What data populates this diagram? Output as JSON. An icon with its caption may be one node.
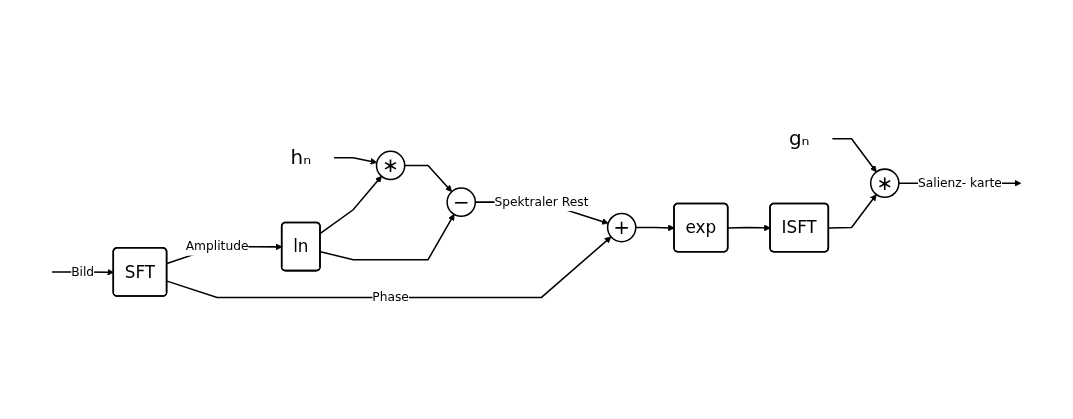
{
  "diagram": {
    "nodes": [
      {
        "text": [
          "hₙ"
        ]
      },
      {
        "text": [
          "∗"
        ]
      },
      {
        "text": [
          "ln"
        ]
      },
      {
        "text": [
          "−"
        ]
      },
      {
        "text": [
          "+"
        ]
      },
      {
        "text": [
          "exp"
        ]
      },
      {
        "text": [
          "gₙ"
        ]
      },
      {
        "text": [
          "SFT"
        ]
      },
      {
        "text": [
          "ISFT"
        ]
      },
      {
        "text": [
          "∗"
        ]
      }
    ],
    "edges": [
      {
        "from": null,
        "to": 7,
        "arrow": "to",
        "label": "Bild"
      },
      {
        "from": 7,
        "to": 2,
        "arrow": "to",
        "label": "Amplitude"
      },
      {
        "from": 7,
        "to": 4,
        "arrow": "to",
        "label": "Phase"
      },
      {
        "from": 0,
        "to": 1,
        "arrow": "to"
      },
      {
        "from": 2,
        "to": 1,
        "arrow": "to"
      },
      {
        "from": 2,
        "to": 3,
        "arrow": "to"
      },
      {
        "from": 1,
        "to": 3,
        "arrow": "to"
      },
      {
        "from": 3,
        "to": 4,
        "arrow": "to",
        "label": "Spektraler Rest"
      },
      {
        "from": 4,
        "to": 5,
        "arrow": "to"
      },
      {
        "from": 5,
        "to": 8,
        "arrow": "to"
      },
      {
        "from": 8,
        "to": 9,
        "arrow": "to"
      },
      {
        "from": 6,
        "to": 9,
        "arrow": "to"
      },
      {
        "from": 9,
        "to": null,
        "arrow": "to",
        "label": "Salienz- karte"
      }
    ]
  }
}
